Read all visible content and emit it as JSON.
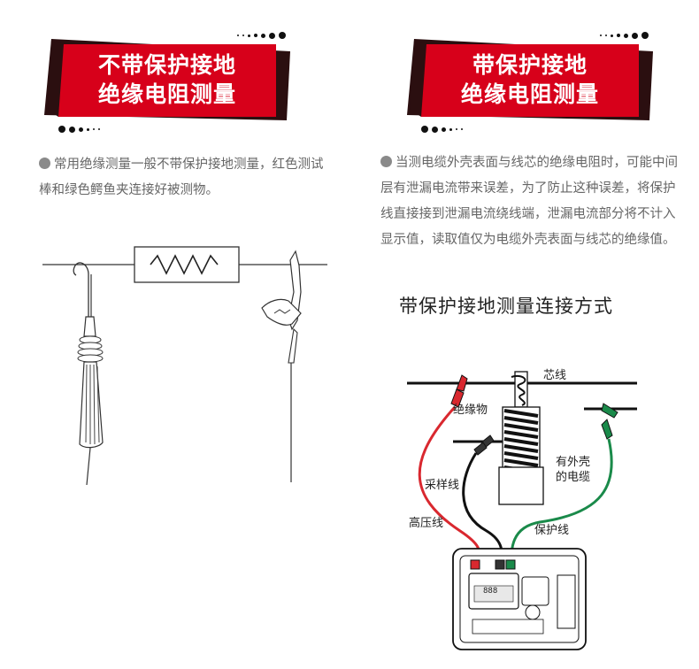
{
  "left": {
    "title_line1": "不带保护接地",
    "title_line2": "绝缘电阻测量",
    "description": "常用绝缘测量一般不带保护接地测量，红色测试棒和绿色鳄鱼夹连接好被测物。"
  },
  "right": {
    "title_line1": "带保护接地",
    "title_line2": "绝缘电阻测量",
    "description": "当测电缆外壳表面与线芯的绝缘电阻时，可能中间层有泄漏电流带来误差，为了防止这种误差，将保护线直接接到泄漏电流绕线端，泄漏电流部分将不计入显示值，读取值仅为电缆外壳表面与线芯的绝缘值。",
    "diagram_title": "带保护接地测量连接方式"
  },
  "diagram_labels": {
    "core": "芯线",
    "insulator": "绝缘物",
    "sheathed_cable": "有外壳的电缆",
    "sheathed_cable_l1": "有外壳",
    "sheathed_cable_l2": "的电缆",
    "sample_wire": "采样线",
    "high_voltage_wire": "高压线",
    "guard_wire": "保护线",
    "meter_display": "888"
  },
  "colors": {
    "banner_red": "#d7001a",
    "banner_dark": "#2b0f10",
    "high_voltage_wire": "#d9282f",
    "guard_wire": "#1a8a4a",
    "sample_wire": "#111111"
  }
}
